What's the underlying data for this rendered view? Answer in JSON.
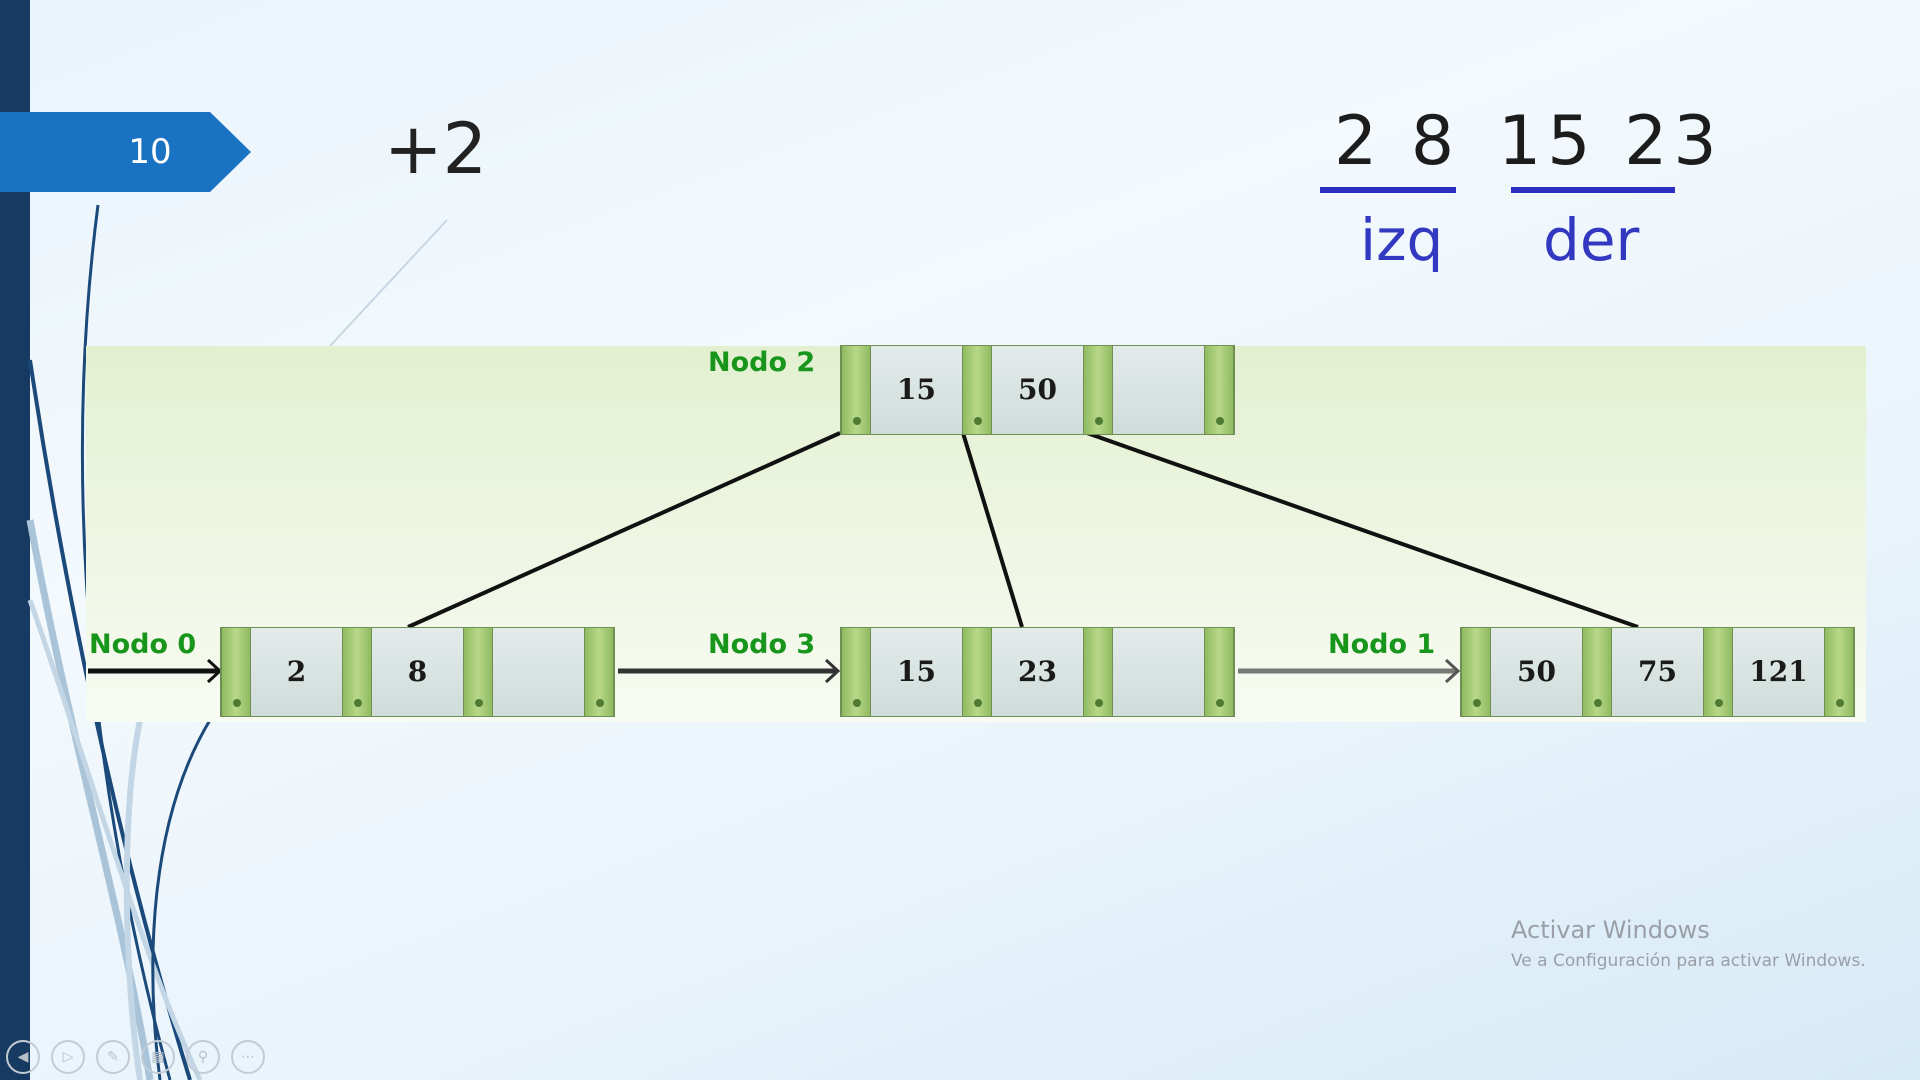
{
  "slide": {
    "number": "10",
    "step": "+2"
  },
  "keys": {
    "left_group": "2 8",
    "right_group": "15 23",
    "left_label": "izq",
    "right_label": "der",
    "underline_color": "#2b2ec0"
  },
  "tree": {
    "nodes": [
      {
        "name": "Nodo 2",
        "keys": [
          "15",
          "50",
          ""
        ]
      },
      {
        "name": "Nodo 0",
        "keys": [
          "2",
          "8",
          ""
        ]
      },
      {
        "name": "Nodo 3",
        "keys": [
          "15",
          "23",
          ""
        ]
      },
      {
        "name": "Nodo 1",
        "keys": [
          "50",
          "75",
          "121"
        ]
      }
    ],
    "label_color": "#18961c",
    "pointer_color": "#9cc46a"
  },
  "watermark": {
    "title": "Activar Windows",
    "subtitle": "Ve a Configuración para activar Windows."
  },
  "controls": [
    {
      "icon": "previous-slide-icon"
    },
    {
      "icon": "next-slide-icon"
    },
    {
      "icon": "pen-icon"
    },
    {
      "icon": "slide-sorter-icon"
    },
    {
      "icon": "zoom-icon"
    },
    {
      "icon": "more-options-icon"
    }
  ]
}
